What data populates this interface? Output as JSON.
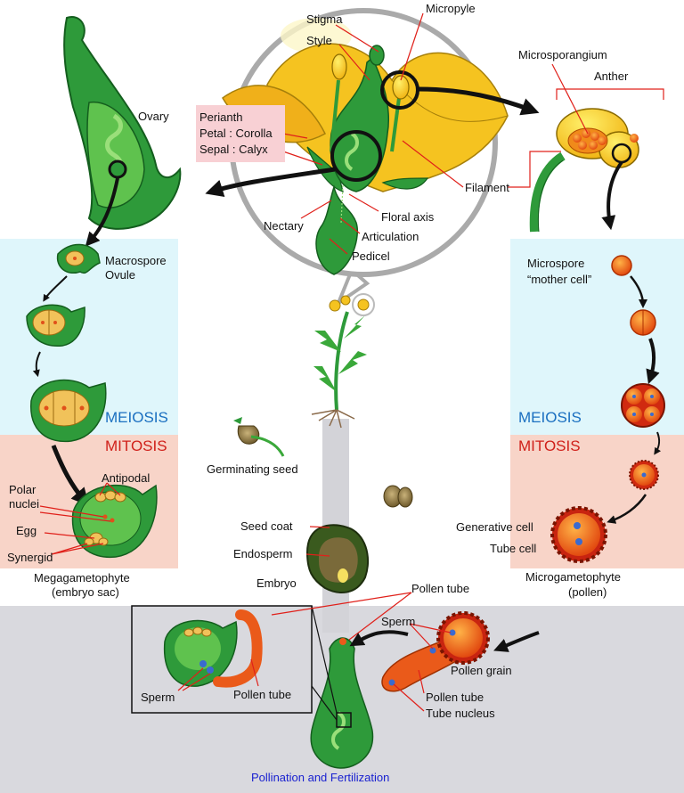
{
  "colors": {
    "meiosis_panel": "#dff6fb",
    "mitosis_panel": "#f8d4c8",
    "fertilization_panel": "#d9d9de",
    "meiosis_text": "#1a6fc0",
    "mitosis_text": "#d0201a",
    "title_text": "#1a22d0",
    "tissue_green": "#2e9a3a",
    "petal_yellow": "#f5c320",
    "pollen_orange": "#ea5a1a",
    "leader_red": "#e0201a"
  },
  "flower": {
    "stigma": "Stigma",
    "style": "Style",
    "micropyle": "Micropyle",
    "perianth": "Perianth",
    "petal": "Petal : Corolla",
    "sepal": "Sepal : Calyx",
    "nectary": "Nectary",
    "floral_axis": "Floral axis",
    "articulation": "Articulation",
    "pedicel": "Pedicel",
    "filament": "Filament"
  },
  "female": {
    "ovary": "Ovary",
    "macrospore": "Macrospore",
    "ovule": "Ovule",
    "meiosis": "MEIOSIS",
    "mitosis": "MITOSIS",
    "antipodal": "Antipodal",
    "polar": "Polar",
    "nuclei": "nuclei",
    "egg": "Egg",
    "synergid": "Synergid",
    "megagametophyte": "Megagametophyte",
    "embryo_sac": "(embryo sac)"
  },
  "male": {
    "microsporangium": "Microsporangium",
    "anther": "Anther",
    "microspore": "Microspore",
    "mother_cell": "“mother cell”",
    "meiosis": "MEIOSIS",
    "mitosis": "MITOSIS",
    "generative_cell": "Generative cell",
    "tube_cell": "Tube cell",
    "microgametophyte": "Microgametophyte",
    "pollen": "(pollen)"
  },
  "seed": {
    "germinating_seed": "Germinating seed",
    "seed_coat": "Seed coat",
    "endosperm": "Endosperm",
    "embryo": "Embryo"
  },
  "fertilization": {
    "pollen_tube_top": "Pollen tube",
    "sperm_right": "Sperm",
    "pollen_grain": "Pollen grain",
    "pollen_tube_right": "Pollen tube",
    "tube_nucleus": "Tube nucleus",
    "sperm_inset": "Sperm",
    "pollen_tube_inset": "Pollen tube",
    "title": "Pollination and Fertilization"
  }
}
